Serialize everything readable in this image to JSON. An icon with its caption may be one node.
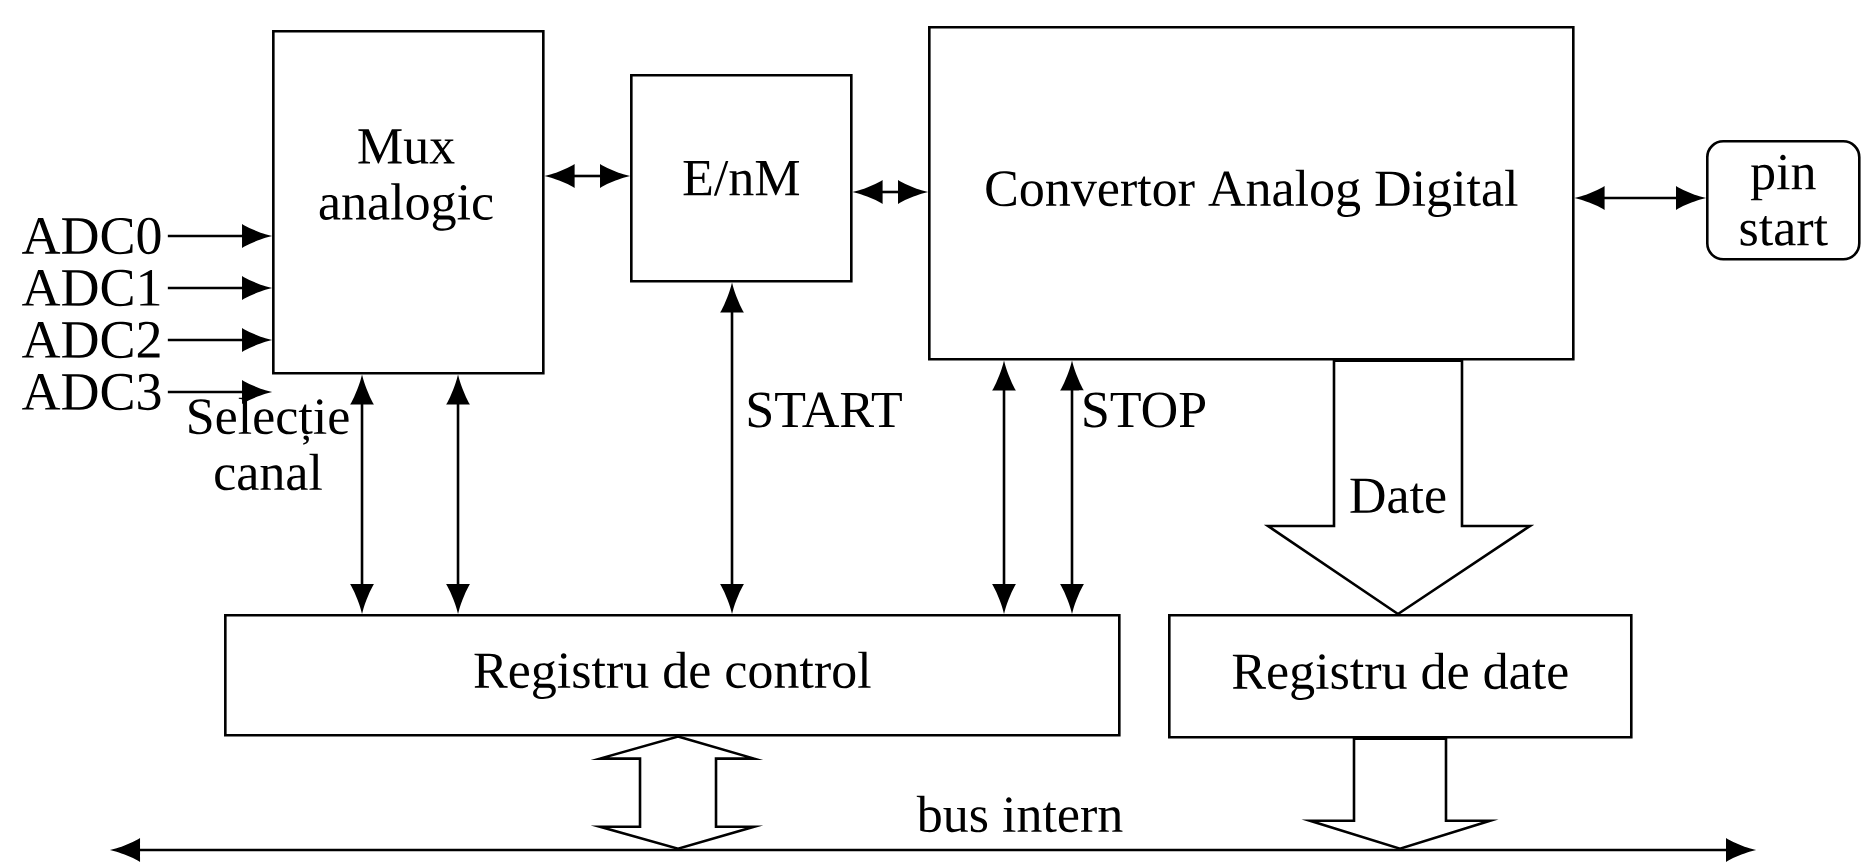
{
  "diagram": {
    "nodes": [
      {
        "text": [
          "Mux analogic"
        ]
      },
      {
        "text": [
          "E/nM"
        ]
      },
      {
        "text": [
          "Convertor Analog Digital"
        ]
      },
      {
        "text": [
          "pin start"
        ]
      },
      {
        "text": [
          "ADC0"
        ]
      },
      {
        "text": [
          "ADC1"
        ]
      },
      {
        "text": [
          "ADC2"
        ]
      },
      {
        "text": [
          "ADC3"
        ]
      },
      {
        "text": [
          "Registru de control"
        ]
      },
      {
        "text": [
          "Registru de date"
        ]
      },
      {
        "text": [
          "bus intern"
        ]
      }
    ],
    "edges": [
      {
        "from": 4,
        "to": 0,
        "arrow": "to"
      },
      {
        "from": 5,
        "to": 0,
        "arrow": "to"
      },
      {
        "from": 6,
        "to": 0,
        "arrow": "to"
      },
      {
        "from": 7,
        "to": 0,
        "arrow": "to"
      },
      {
        "from": 0,
        "to": 1,
        "arrow": "both"
      },
      {
        "from": 1,
        "to": 2,
        "arrow": "both"
      },
      {
        "from": 2,
        "to": 3,
        "arrow": "both"
      },
      {
        "from": 0,
        "to": 8,
        "arrow": "both",
        "label": "Selecție canal"
      },
      {
        "from": 0,
        "to": 8,
        "arrow": "both"
      },
      {
        "from": 1,
        "to": 8,
        "arrow": "both",
        "label": "START"
      },
      {
        "from": 2,
        "to": 8,
        "arrow": "both"
      },
      {
        "from": 2,
        "to": 8,
        "arrow": "both",
        "label": "STOP"
      },
      {
        "from": 2,
        "to": 9,
        "arrow": "to",
        "style": "thick",
        "label": "Date"
      },
      {
        "from": 8,
        "to": 10,
        "arrow": "both",
        "style": "thick"
      },
      {
        "from": 9,
        "to": 10,
        "arrow": "to",
        "style": "thick"
      }
    ]
  }
}
